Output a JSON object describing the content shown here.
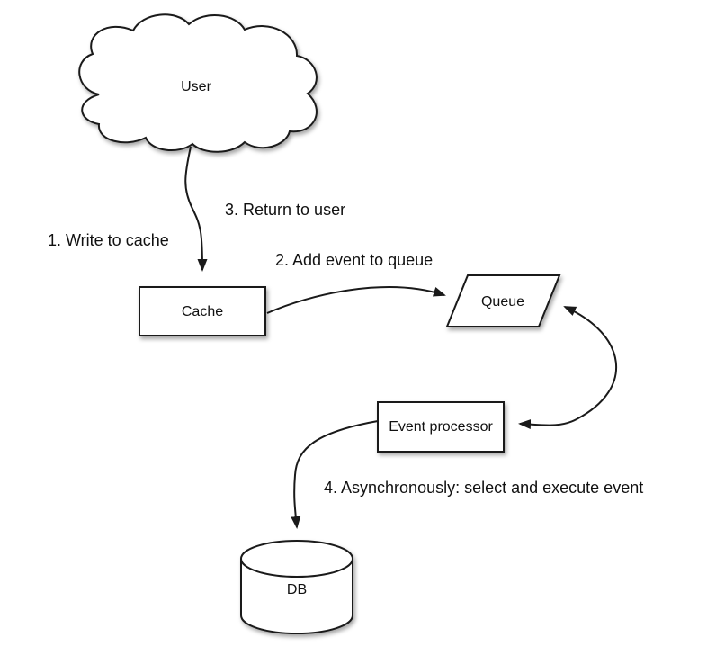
{
  "diagram": {
    "nodes": [
      {
        "id": "user",
        "shape": "cloud",
        "label": "User"
      },
      {
        "id": "cache",
        "shape": "rectangle",
        "label": "Cache"
      },
      {
        "id": "queue",
        "shape": "parallelogram",
        "label": "Queue"
      },
      {
        "id": "event-processor",
        "shape": "rectangle",
        "label": "Event processor"
      },
      {
        "id": "db",
        "shape": "cylinder",
        "label": "DB"
      }
    ],
    "steps": [
      {
        "id": "step-1",
        "label": "1. Write to cache"
      },
      {
        "id": "step-2",
        "label": "2. Add event to queue"
      },
      {
        "id": "step-3",
        "label": "3. Return to user"
      },
      {
        "id": "step-4",
        "label": "4. Asynchronously: select and execute event"
      }
    ],
    "edges": [
      {
        "from": "user",
        "to": "cache",
        "arrowheads": "end"
      },
      {
        "from": "cache",
        "to": "queue",
        "arrowheads": "end"
      },
      {
        "from": "queue",
        "to": "event-processor",
        "arrowheads": "both"
      },
      {
        "from": "event-processor",
        "to": "db",
        "arrowheads": "end"
      }
    ],
    "colors": {
      "stroke": "#1a1a1a",
      "shape_fill": "#ffffff",
      "background": "#ffffff",
      "text": "#111111"
    }
  }
}
